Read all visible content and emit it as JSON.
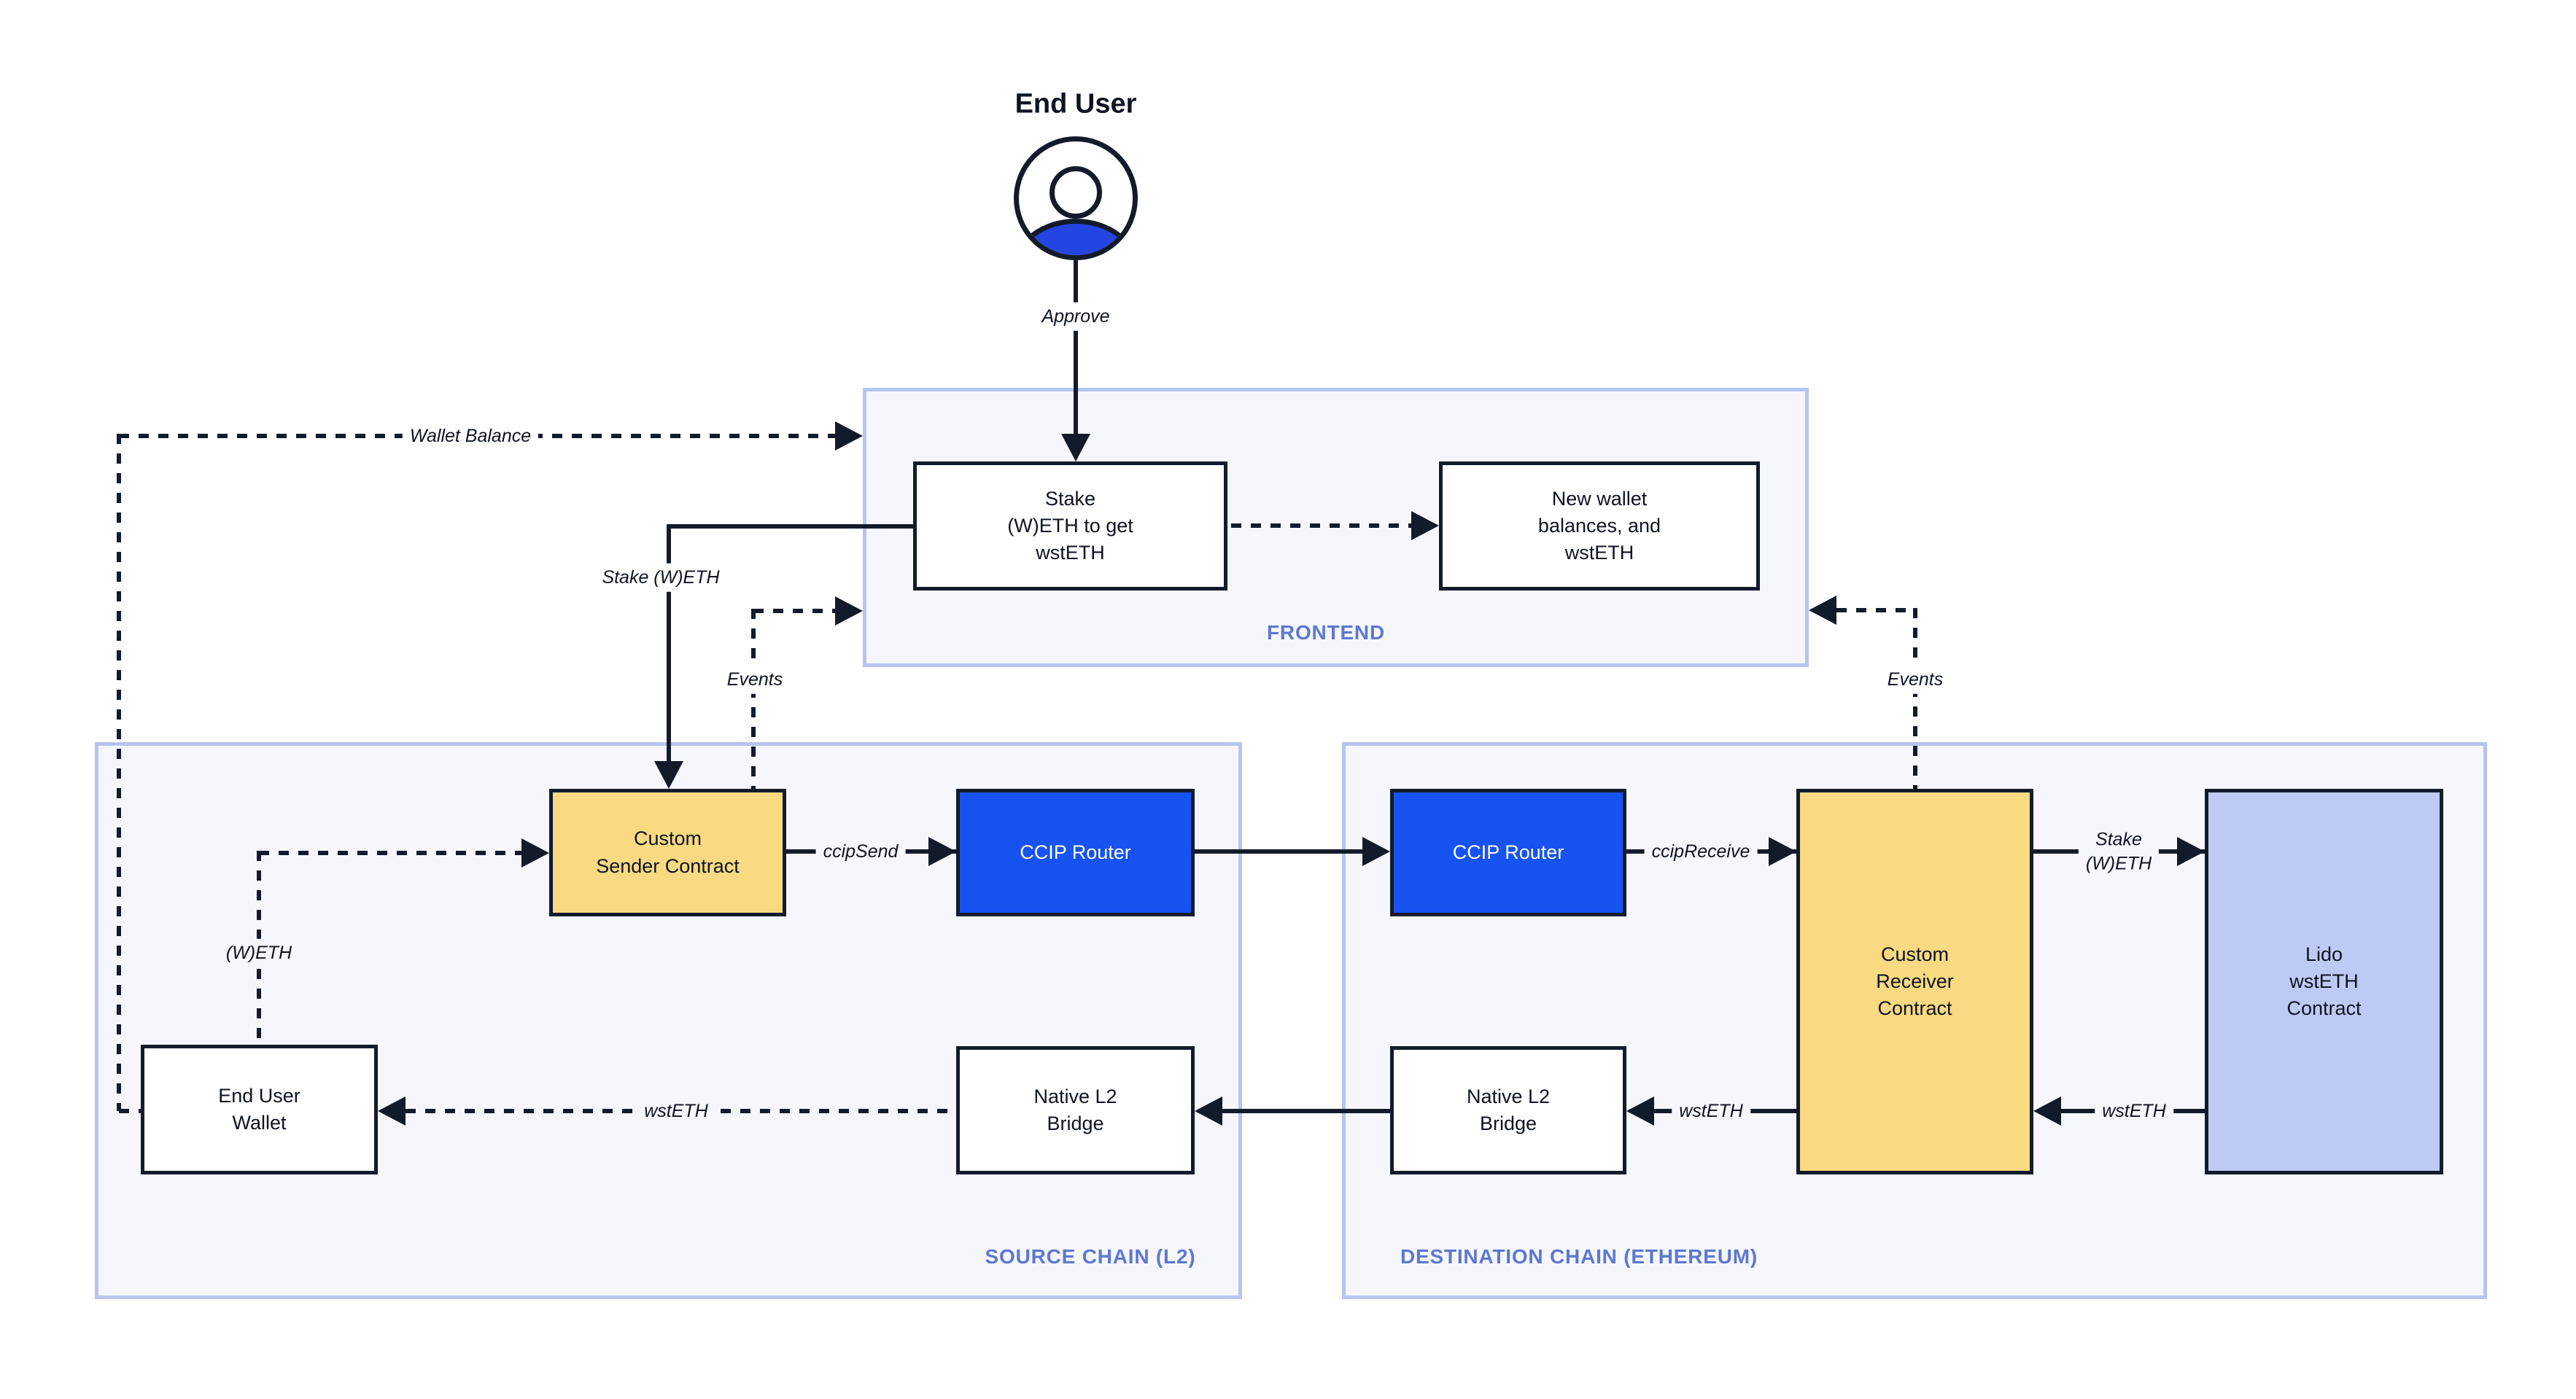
{
  "diagram": {
    "actor": {
      "label": "End User"
    },
    "containers": {
      "frontend": {
        "label": "FRONTEND"
      },
      "source_chain": {
        "label": "SOURCE CHAIN (L2)"
      },
      "destination_chain": {
        "label": "DESTINATION CHAIN (ETHEREUM)"
      }
    },
    "nodes": {
      "stake_box": "Stake\n(W)ETH to get\nwstETH",
      "new_wallet_box": "New wallet\nbalances, and\nwstETH",
      "custom_sender": "Custom\nSender Contract",
      "ccip_router_source": "CCIP Router",
      "end_user_wallet": "End User\nWallet",
      "native_bridge_source": "Native L2\nBridge",
      "ccip_router_dest": "CCIP Router",
      "custom_receiver": "Custom\nReceiver\nContract",
      "lido_contract": "Lido\nwstETH\nContract",
      "native_bridge_dest": "Native L2\nBridge"
    },
    "edge_labels": {
      "approve": "Approve",
      "wallet_balance": "Wallet Balance",
      "stake_weth": "Stake (W)ETH",
      "events_left": "Events",
      "events_right": "Events",
      "ccip_send": "ccipSend",
      "ccip_receive": "ccipReceive",
      "weth": "(W)ETH",
      "wsteth_source": "wstETH",
      "stake_weth_right": "Stake\n(W)ETH",
      "wsteth_lido": "wstETH",
      "wsteth_receiver": "wstETH"
    },
    "colors": {
      "accent_blue": "#1653F1",
      "person_blue": "#2445E2",
      "node_yellow": "#F9D981",
      "node_lavender": "#BFCAF4",
      "container_fill": "#F5F7FD",
      "container_border": "#B7C3F0",
      "container_label": "#5E77D1",
      "line_dark": "#131B2B",
      "text_dark": "#0D1321"
    }
  }
}
